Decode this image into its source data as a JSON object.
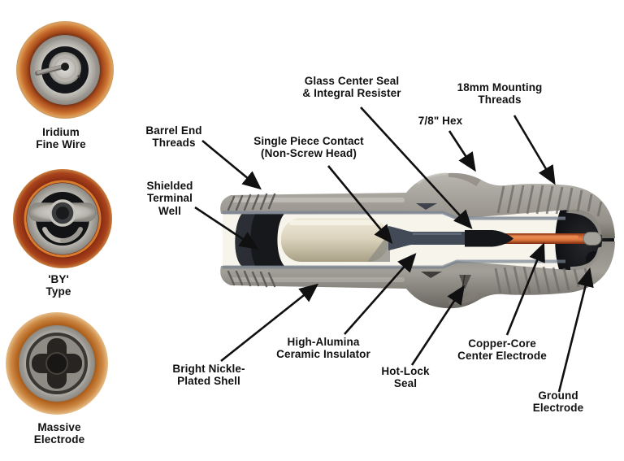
{
  "figure": {
    "type": "labeled-cutaway-diagram",
    "subject": "shielded aviation spark plug cross-section"
  },
  "side_photos": {
    "items": [
      {
        "id": "iridium-fine-wire",
        "caption": "Iridium\nFine Wire"
      },
      {
        "id": "by-type",
        "caption": "'BY'\nType"
      },
      {
        "id": "massive-electrode",
        "caption": "Massive\nElectrode"
      }
    ]
  },
  "diagram": {
    "callouts": [
      {
        "id": "barrel-end-threads",
        "text": "Barrel End\nThreads"
      },
      {
        "id": "shielded-terminal-well",
        "text": "Shielded\nTerminal\nWell"
      },
      {
        "id": "single-piece-contact",
        "text": "Single Piece Contact\n(Non-Screw Head)"
      },
      {
        "id": "glass-center-seal",
        "text": "Glass Center Seal\n& Integral Resister"
      },
      {
        "id": "hex",
        "text": "7/8\" Hex"
      },
      {
        "id": "mounting-threads",
        "text": "18mm Mounting\nThreads"
      },
      {
        "id": "bright-nickle-plated-shell",
        "text": "Bright Nickle-\nPlated Shell"
      },
      {
        "id": "high-alumina-ceramic-insulator",
        "text": "High-Alumina\nCeramic Insulator"
      },
      {
        "id": "hot-lock-seal",
        "text": "Hot-Lock\nSeal"
      },
      {
        "id": "copper-core-center-electrode",
        "text": "Copper-Core\nCenter Electrode"
      },
      {
        "id": "ground-electrode",
        "text": "Ground\nElectrode"
      }
    ]
  },
  "colors": {
    "background": "#ffffff",
    "label_text": "#111111",
    "shell_gray": "#9b9892",
    "insulator_ceramic": "#d9d2bc",
    "terminal_well_black": "#16181c",
    "glass_seal_black": "#14161a",
    "copper_core_orange": "#d96f3a",
    "photo_ring_orange": "#b65526",
    "photo_ring_maroon": "#8e2f14"
  }
}
